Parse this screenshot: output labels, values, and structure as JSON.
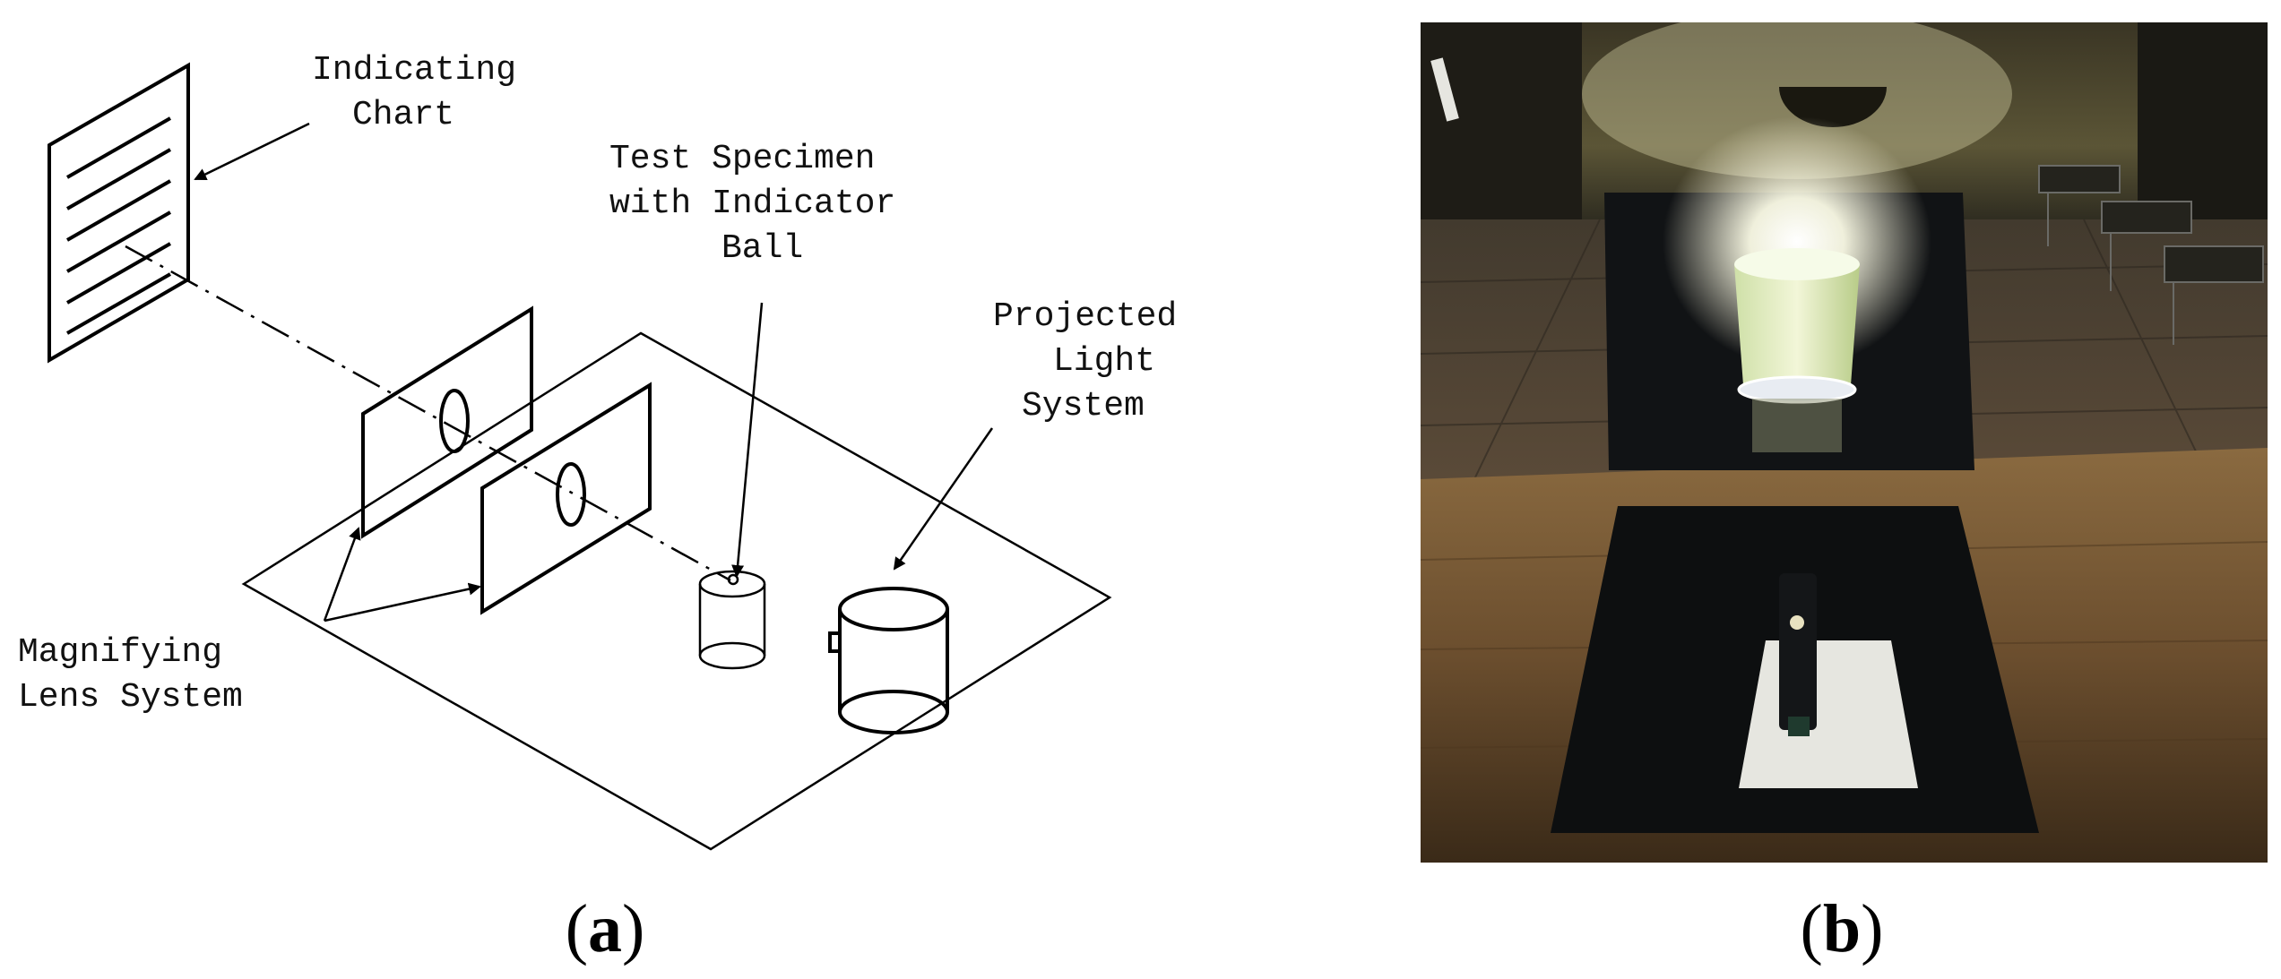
{
  "panel_a": {
    "caption_open": "(",
    "caption_letter": "a",
    "caption_close": ")",
    "labels": {
      "indicating_chart_1": "Indicating",
      "indicating_chart_2": "Chart",
      "test_specimen_1": "Test Specimen",
      "test_specimen_2": "with Indicator",
      "test_specimen_3": "Ball",
      "projected_light_1": "Projected",
      "projected_light_2": "Light",
      "projected_light_3": "System",
      "magnifying_lens_1": "Magnifying",
      "magnifying_lens_2": "Lens System"
    }
  },
  "panel_b": {
    "caption_open": "(",
    "caption_letter": "b",
    "caption_close": ")"
  }
}
